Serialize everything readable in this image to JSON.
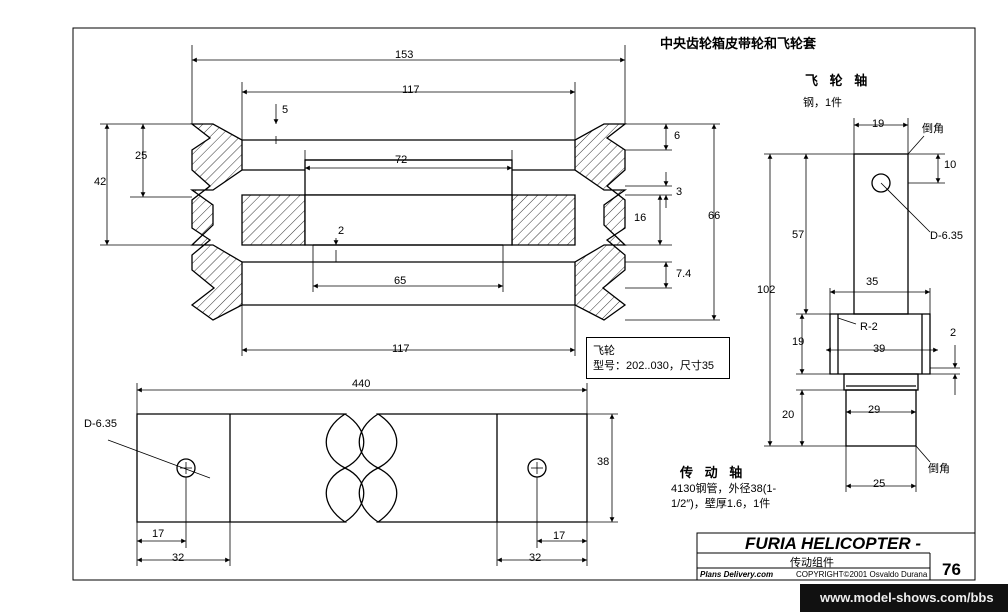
{
  "title": "中央齿轮箱皮带轮和飞轮套",
  "pulley": {
    "dims": {
      "d153": "153",
      "d117_top": "117",
      "d5": "5",
      "d72": "72",
      "d25": "25",
      "d42": "42",
      "d6": "6",
      "d3": "3",
      "d16": "16",
      "d66": "66",
      "d2": "2",
      "d65": "65",
      "d7_4": "7.4",
      "d117_bottom": "117"
    },
    "note": {
      "line1": "飞轮",
      "line2": "型号：202..030，尺寸35"
    }
  },
  "flywheel_shaft": {
    "heading": "飞 轮 轴",
    "material": "钢，1件",
    "dims": {
      "d19_top": "19",
      "chamfer_top": "倒角",
      "d10": "10",
      "hole": "D-6.35",
      "d57": "57",
      "d102": "102",
      "d35": "35",
      "r2": "R-2",
      "d2": "2",
      "d19_side": "19",
      "d39": "39",
      "d20": "20",
      "d29": "29",
      "chamfer_bottom": "倒角",
      "d25": "25"
    }
  },
  "drive_shaft": {
    "heading": "传 动 轴",
    "spec": "4130钢管，外径38(1-1/2″)，壁厚1.6，1件",
    "dims": {
      "d440": "440",
      "hole": "D-6.35",
      "d38": "38",
      "d17_left": "17",
      "d32_left": "32",
      "d17_right": "17",
      "d32_right": "32"
    }
  },
  "title_block": {
    "title": "FURIA HELICOPTER -",
    "subtitle": "传动组件",
    "page": "76",
    "publisher": "Plans Delivery.com",
    "copyright": "COPYRIGHT©2001 Osvaldo Durana"
  },
  "watermark": "www.model-shows.com/bbs"
}
